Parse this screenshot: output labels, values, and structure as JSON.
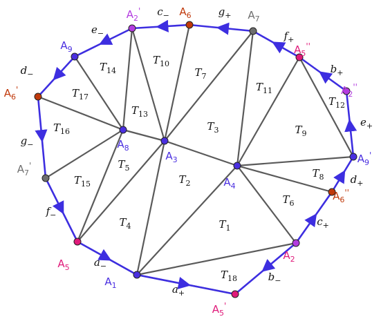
{
  "colors": {
    "boundary": "#3d2ee0",
    "interior_edge": "#5a5a5a",
    "blue_vertex": "#4a2fe0",
    "brown_vertex": "#c0390b",
    "magenta_vertex": "#e01a7a",
    "purple_vertex": "#b33be0",
    "gray_vertex": "#6e6e6e"
  },
  "vertices": [
    {
      "id": "A1",
      "label": "A",
      "sub": "1",
      "mark": "",
      "color": "#4a2fe0",
      "fill": "#4a2fe0"
    },
    {
      "id": "A2",
      "label": "A",
      "sub": "2",
      "mark": "",
      "color": "#e01a7a",
      "fill": "#b33be0"
    },
    {
      "id": "A3",
      "label": "A",
      "sub": "3",
      "mark": "",
      "color": "#4a2fe0",
      "fill": "#4a2fe0"
    },
    {
      "id": "A4",
      "label": "A",
      "sub": "4",
      "mark": "",
      "color": "#4a2fe0",
      "fill": "#4a2fe0"
    },
    {
      "id": "A5",
      "label": "A",
      "sub": "5",
      "mark": "",
      "color": "#e01a7a",
      "fill": "#e01a7a"
    },
    {
      "id": "A5p",
      "label": "A",
      "sub": "5",
      "mark": "'",
      "color": "#e01a7a",
      "fill": "#e01a7a"
    },
    {
      "id": "A5pp",
      "label": "A",
      "sub": "5",
      "mark": "''",
      "color": "#e01a7a",
      "fill": "#e01a7a"
    },
    {
      "id": "A6",
      "label": "A",
      "sub": "6",
      "mark": "",
      "color": "#c0390b",
      "fill": "#c0390b"
    },
    {
      "id": "A6p",
      "label": "A",
      "sub": "6",
      "mark": "'",
      "color": "#c0390b",
      "fill": "#c0390b"
    },
    {
      "id": "A6pp",
      "label": "A",
      "sub": "6",
      "mark": "''",
      "color": "#c0390b",
      "fill": "#c0390b"
    },
    {
      "id": "A7",
      "label": "A",
      "sub": "7",
      "mark": "",
      "color": "#6e6e6e",
      "fill": "#6e6e6e"
    },
    {
      "id": "A7p",
      "label": "A",
      "sub": "7",
      "mark": "'",
      "color": "#6e6e6e",
      "fill": "#6e6e6e"
    },
    {
      "id": "A8",
      "label": "A",
      "sub": "8",
      "mark": "",
      "color": "#4a2fe0",
      "fill": "#4a2fe0"
    },
    {
      "id": "A9",
      "label": "A",
      "sub": "9",
      "mark": "",
      "color": "#4a2fe0",
      "fill": "#4a2fe0"
    },
    {
      "id": "A9p",
      "label": "A",
      "sub": "9",
      "mark": "'",
      "color": "#4a2fe0",
      "fill": "#4a2fe0"
    },
    {
      "id": "A2p",
      "label": "A",
      "sub": "2",
      "mark": "'",
      "color": "#b33be0",
      "fill": "#b33be0"
    },
    {
      "id": "A2pp",
      "label": "A",
      "sub": "2",
      "mark": "''",
      "color": "#b33be0",
      "fill": "#b33be0"
    }
  ],
  "interior_edges": [
    [
      "A1",
      "A5"
    ],
    [
      "A1",
      "A3"
    ],
    [
      "A1",
      "A4"
    ],
    [
      "A1",
      "A2"
    ],
    [
      "A1",
      "A5p"
    ],
    [
      "A2",
      "A4"
    ],
    [
      "A5",
      "A8"
    ],
    [
      "A5",
      "A3"
    ],
    [
      "A8",
      "A3"
    ],
    [
      "A8",
      "A6p"
    ],
    [
      "A8",
      "A7p"
    ],
    [
      "A8",
      "A9"
    ],
    [
      "A8",
      "A2p"
    ],
    [
      "A3",
      "A2p"
    ],
    [
      "A3",
      "A6"
    ],
    [
      "A3",
      "A7"
    ],
    [
      "A3",
      "A4"
    ],
    [
      "A4",
      "A7"
    ],
    [
      "A4",
      "A5pp"
    ],
    [
      "A4",
      "A9p"
    ],
    [
      "A4",
      "A6pp"
    ],
    [
      "A5pp",
      "A9p"
    ]
  ],
  "boundary_edges": [
    [
      "A1",
      "A5p"
    ],
    [
      "A2",
      "A5p"
    ],
    [
      "A2",
      "A6pp"
    ],
    [
      "A6pp",
      "A9p"
    ],
    [
      "A9p",
      "A2pp"
    ],
    [
      "A2pp",
      "A5pp"
    ],
    [
      "A5pp",
      "A7"
    ],
    [
      "A7",
      "A6"
    ],
    [
      "A6",
      "A2p"
    ],
    [
      "A2p",
      "A9"
    ],
    [
      "A9",
      "A6p"
    ],
    [
      "A6p",
      "A7p"
    ],
    [
      "A7p",
      "A5"
    ],
    [
      "A5",
      "A1"
    ]
  ],
  "triangles": [
    {
      "name": "T",
      "sub": "1"
    },
    {
      "name": "T",
      "sub": "2"
    },
    {
      "name": "T",
      "sub": "3"
    },
    {
      "name": "T",
      "sub": "4"
    },
    {
      "name": "T",
      "sub": "5"
    },
    {
      "name": "T",
      "sub": "6"
    },
    {
      "name": "T",
      "sub": "7"
    },
    {
      "name": "T",
      "sub": "8"
    },
    {
      "name": "T",
      "sub": "9"
    },
    {
      "name": "T",
      "sub": "10"
    },
    {
      "name": "T",
      "sub": "11"
    },
    {
      "name": "T",
      "sub": "12"
    },
    {
      "name": "T",
      "sub": "13"
    },
    {
      "name": "T",
      "sub": "14"
    },
    {
      "name": "T",
      "sub": "15"
    },
    {
      "name": "T",
      "sub": "16"
    },
    {
      "name": "T",
      "sub": "17"
    },
    {
      "name": "T",
      "sub": "18"
    }
  ],
  "edge_labels": [
    {
      "base": "a",
      "sub": "+"
    },
    {
      "base": "a",
      "sub": "−"
    },
    {
      "base": "b",
      "sub": "−"
    },
    {
      "base": "b",
      "sub": "+"
    },
    {
      "base": "c",
      "sub": "+"
    },
    {
      "base": "c",
      "sub": "−"
    },
    {
      "base": "d",
      "sub": "+"
    },
    {
      "base": "d",
      "sub": "−"
    },
    {
      "base": "e",
      "sub": "+"
    },
    {
      "base": "e",
      "sub": "−"
    },
    {
      "base": "f",
      "sub": "+"
    },
    {
      "base": "f",
      "sub": "−"
    },
    {
      "base": "g",
      "sub": "+"
    },
    {
      "base": "g",
      "sub": "−"
    }
  ]
}
